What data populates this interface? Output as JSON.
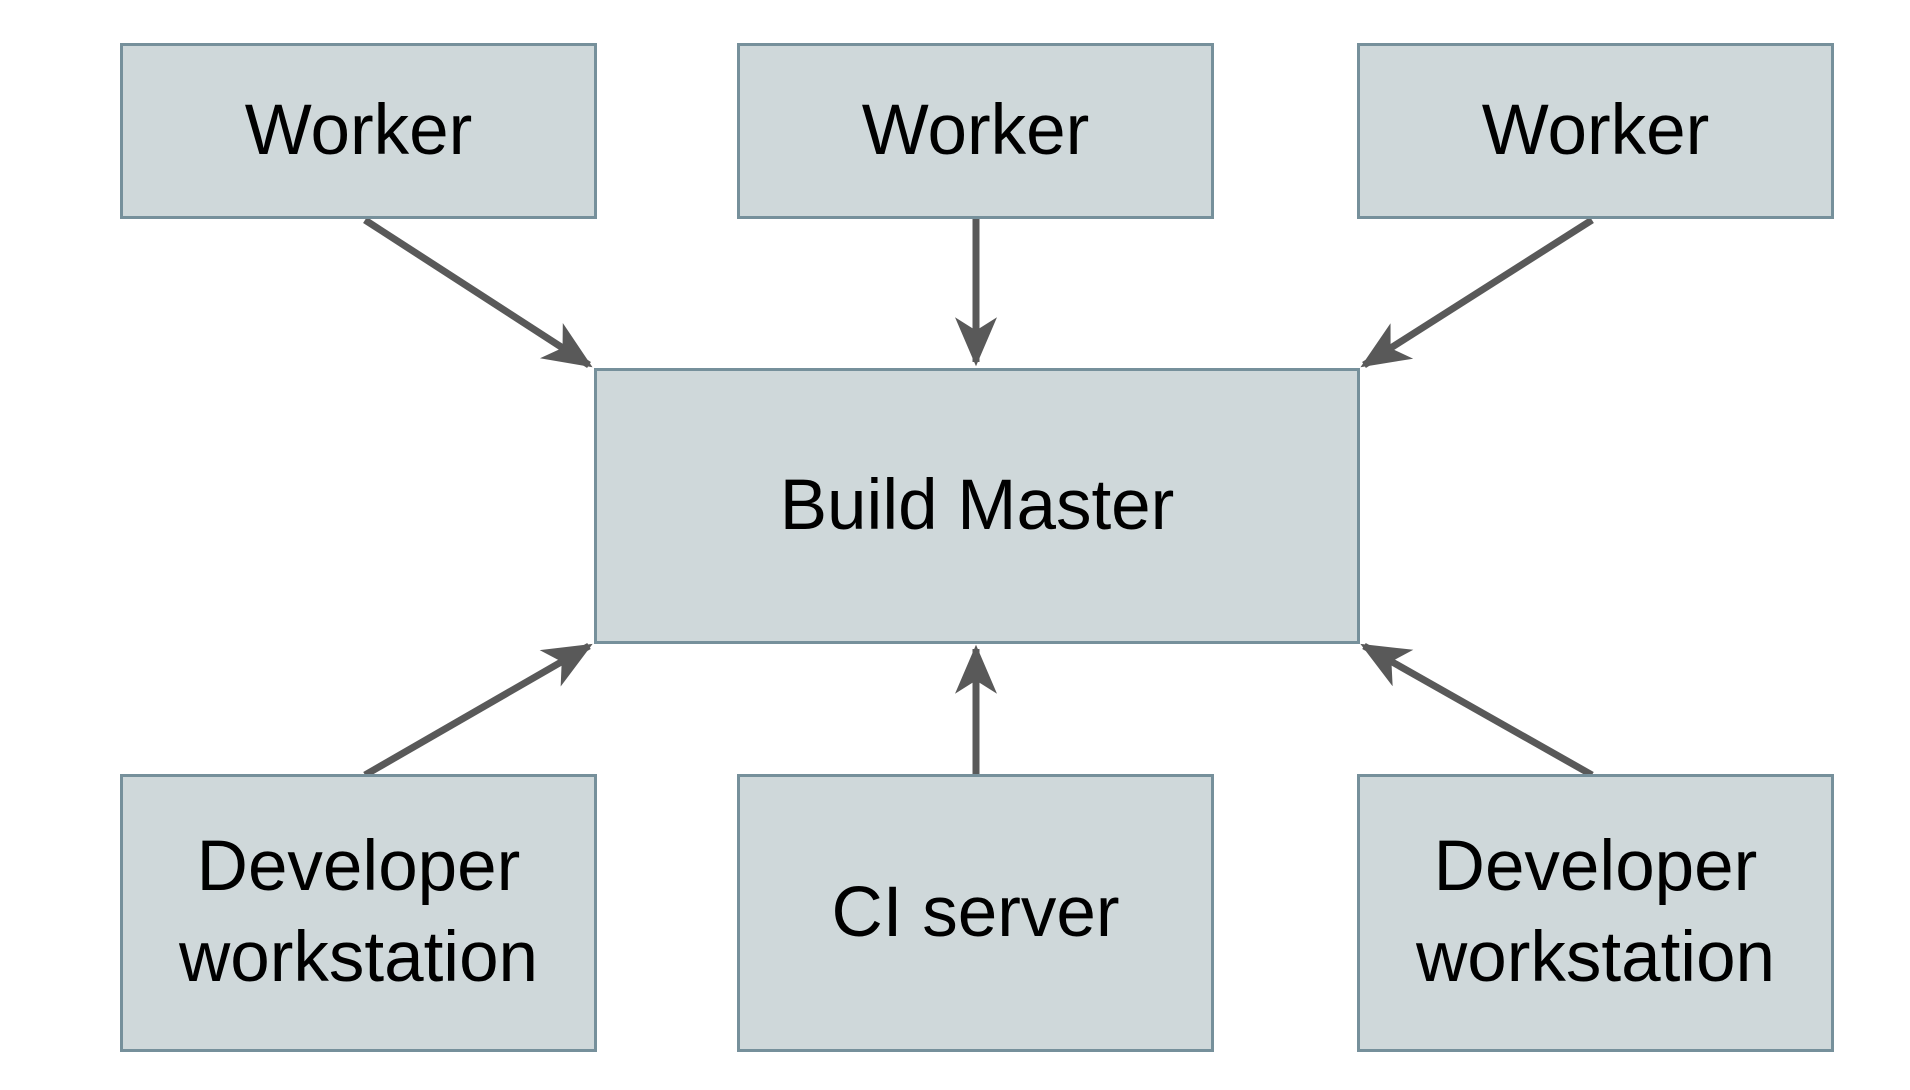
{
  "diagram": {
    "type": "architecture-flow",
    "colors": {
      "node_fill": "#cfd8da",
      "node_border": "#76909b",
      "arrow": "#595959",
      "text": "#000000",
      "background": "#ffffff"
    },
    "nodes": [
      {
        "id": "worker-1",
        "label": "Worker",
        "row": "top"
      },
      {
        "id": "worker-2",
        "label": "Worker",
        "row": "top"
      },
      {
        "id": "worker-3",
        "label": "Worker",
        "row": "top"
      },
      {
        "id": "build-master",
        "label": "Build Master",
        "row": "middle"
      },
      {
        "id": "dev-workstation-left",
        "label": "Developer workstation",
        "row": "bottom"
      },
      {
        "id": "ci-server",
        "label": "CI server",
        "row": "bottom"
      },
      {
        "id": "dev-workstation-right",
        "label": "Developer workstation",
        "row": "bottom"
      }
    ],
    "edges": [
      {
        "from": "worker-1",
        "to": "build-master"
      },
      {
        "from": "worker-2",
        "to": "build-master"
      },
      {
        "from": "worker-3",
        "to": "build-master"
      },
      {
        "from": "dev-workstation-left",
        "to": "build-master"
      },
      {
        "from": "ci-server",
        "to": "build-master"
      },
      {
        "from": "dev-workstation-right",
        "to": "build-master"
      }
    ]
  }
}
